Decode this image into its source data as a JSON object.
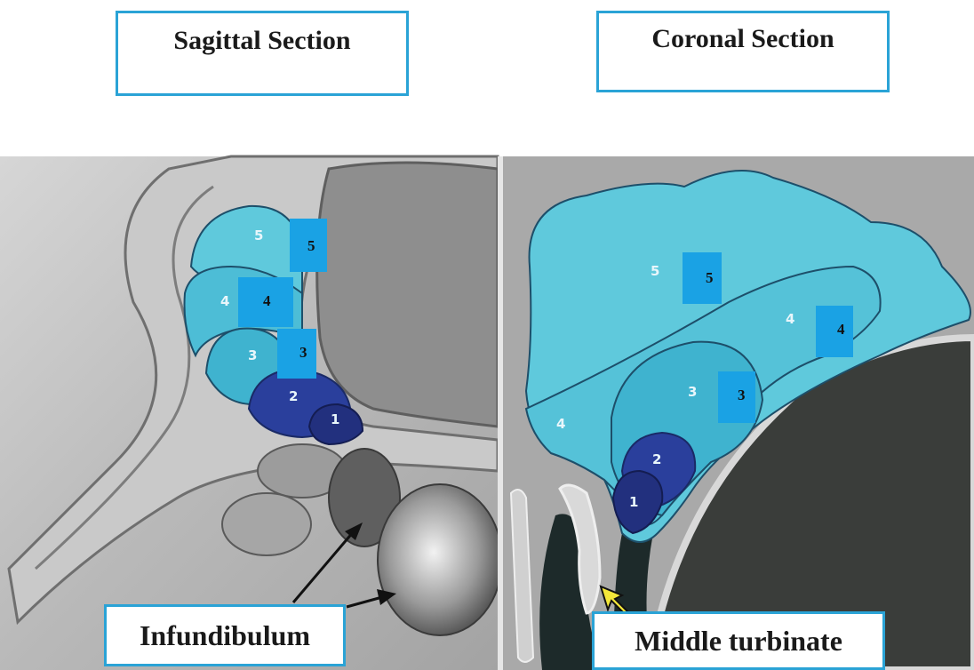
{
  "titles": {
    "sagittal": "Sagittal Section",
    "coronal": "Coronal Section"
  },
  "callouts": {
    "infundibulum": "Infundibulum",
    "middle_turbinate": "Middle turbinate"
  },
  "sagittal_cells": [
    "5",
    "4",
    "3",
    "2",
    "1"
  ],
  "sagittal_tags": [
    "5",
    "4",
    "3"
  ],
  "coronal_cells": [
    "5",
    "4",
    "4",
    "3",
    "2",
    "1"
  ],
  "coronal_tags": [
    "5",
    "4",
    "3"
  ],
  "colors": {
    "box_border": "#2aa3d6",
    "tag_fill": "#1aa2e4",
    "cell_light": "#5fc9dc",
    "cell_mid": "#3fb3cf",
    "cell_dark": "#2a3f9c",
    "cell_darkest": "#22307e"
  }
}
